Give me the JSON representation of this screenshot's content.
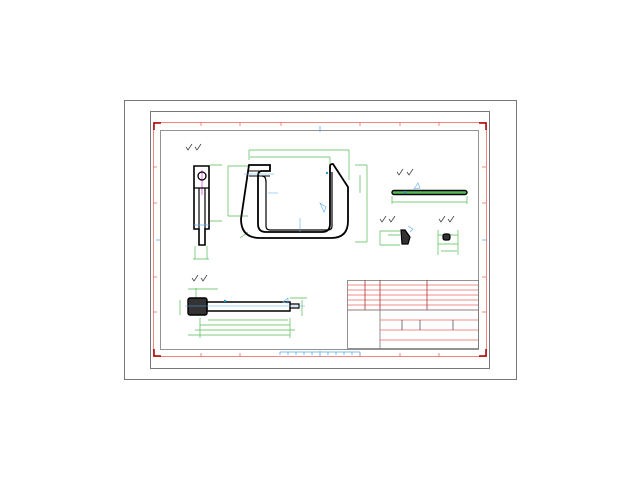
{
  "drawing": {
    "colors": {
      "background": "#ffffff",
      "sheet_border": "#777777",
      "frame": "#ee6666",
      "corner_marks": "#aa0000",
      "geometry": "#000000",
      "dimensions": "#55bb55",
      "centerlines": "#55aaee",
      "highlight": "#dd44dd",
      "title_block_lines": "#ee6666"
    },
    "views": [
      {
        "name": "front-view-clamp-jaw"
      },
      {
        "name": "side-view-c-clamp-frame"
      },
      {
        "name": "handle-bar-view"
      },
      {
        "name": "swivel-pad-view"
      },
      {
        "name": "nut-view"
      },
      {
        "name": "screw-view"
      }
    ],
    "icons": [
      "surface-finish-symbol-icon",
      "weld-symbol-icon",
      "centerline-mark-icon"
    ]
  }
}
